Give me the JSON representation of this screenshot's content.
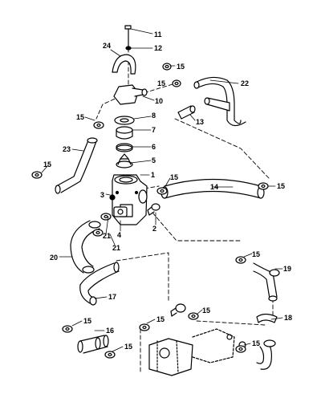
{
  "callouts": {
    "c1": "1",
    "c2": "2",
    "c3": "3",
    "c4": "4",
    "c5": "5",
    "c6": "6",
    "c7": "7",
    "c8": "8",
    "c10": "10",
    "c11": "11",
    "c12": "12",
    "c13": "13",
    "c14": "14",
    "c15a": "15",
    "c15b": "15",
    "c15c": "15",
    "c15d": "15",
    "c15e": "15",
    "c15f": "15",
    "c15g": "15",
    "c15h": "15",
    "c15i": "15",
    "c15j": "15",
    "c15k": "15",
    "c15l": "15",
    "c16": "16",
    "c17": "17",
    "c18": "18",
    "c19": "19",
    "c20": "20",
    "c21a": "21",
    "c21b": "21",
    "c22": "22",
    "c23": "23",
    "c24": "24"
  }
}
